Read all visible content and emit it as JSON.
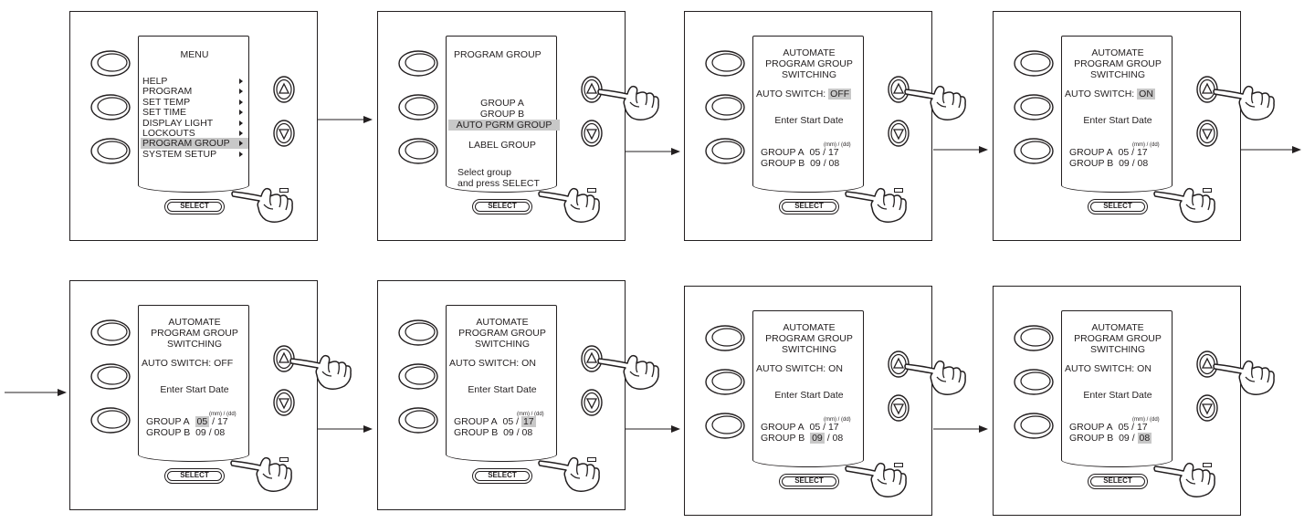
{
  "select_label": "SELECT",
  "menu_panel": {
    "title": "MENU",
    "items": [
      "HELP",
      "PROGRAM",
      "SET TEMP",
      "SET TIME",
      "DISPLAY LIGHT",
      "LOCKOUTS",
      "PROGRAM GROUP",
      "SYSTEM SETUP"
    ],
    "highlighted_index": 6
  },
  "program_group_panel": {
    "title": "PROGRAM GROUP",
    "options": [
      "GROUP A",
      "GROUP B",
      "AUTO PGRM GROUP"
    ],
    "label_group": "LABEL GROUP",
    "hint_line1": "Select group",
    "hint_line2": "and press SELECT"
  },
  "automate": {
    "title_line1": "AUTOMATE",
    "title_line2": "PROGRAM GROUP",
    "title_line3": "SWITCHING",
    "auto_switch_label": "AUTO SWITCH:",
    "enter_start_date": "Enter Start Date",
    "mmdd_label": "(mm) / (dd)",
    "group_a_label": "GROUP A",
    "group_b_label": "GROUP B",
    "group_a_mm": "05",
    "group_a_dd": "17",
    "group_b_mm": "09",
    "group_b_dd": "08",
    "date_sep": "/"
  },
  "steps": [
    {
      "auto_switch_value": "OFF",
      "highlight": "switch"
    },
    {
      "auto_switch_value": "ON",
      "highlight": "switch"
    },
    {
      "auto_switch_value": "OFF",
      "highlight": "a_mm"
    },
    {
      "auto_switch_value": "ON",
      "highlight": "a_dd"
    },
    {
      "auto_switch_value": "ON",
      "highlight": "b_mm"
    },
    {
      "auto_switch_value": "ON",
      "highlight": "b_dd"
    }
  ],
  "colors": {
    "line": "#231f20",
    "highlight": "#c8c8c8"
  },
  "icons": [
    "soft-key-icon",
    "up-arrow-icon",
    "down-arrow-icon",
    "pointing-hand-icon",
    "led-indicator-icon",
    "flow-arrow-icon"
  ]
}
